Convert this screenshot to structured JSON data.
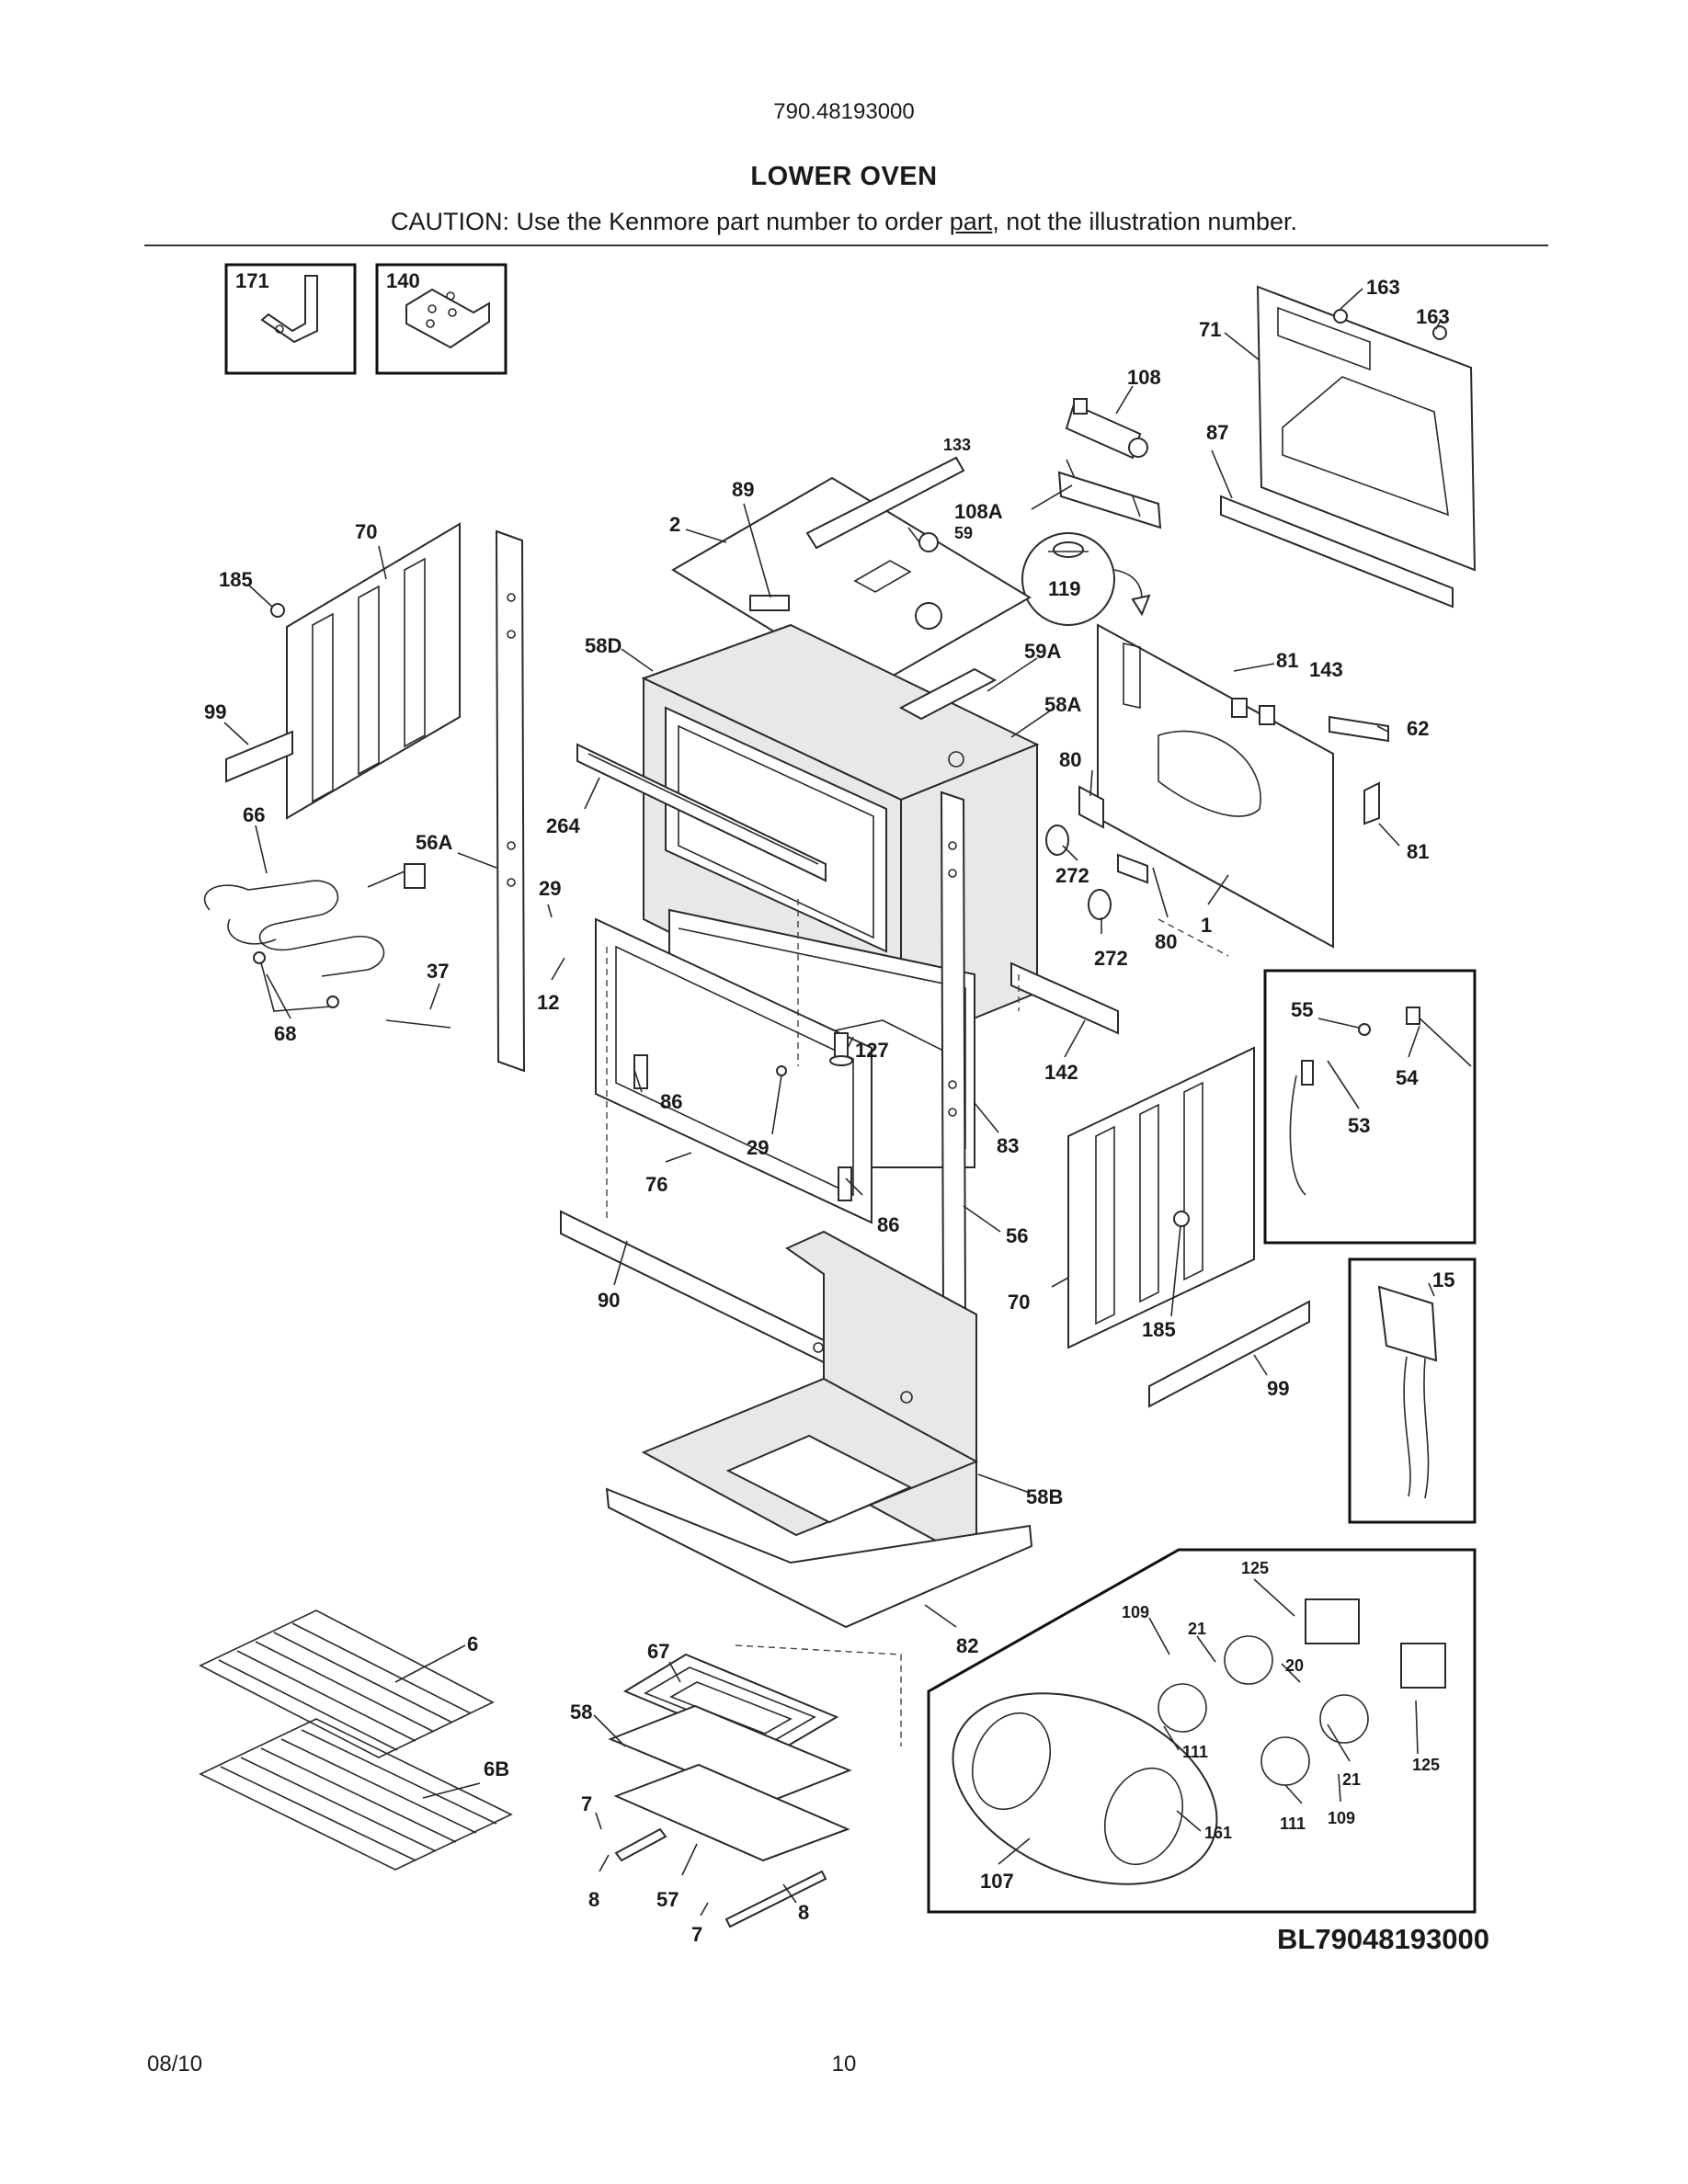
{
  "header": {
    "model_number": "790.48193000",
    "title": "LOWER OVEN",
    "caution_before": "CAUTION: Use the Kenmore part number to order ",
    "caution_link": "part",
    "caution_after": ", not the illustration number."
  },
  "labels": {
    "p171": "171",
    "p140": "140",
    "p163a": "163",
    "p163b": "163",
    "p71": "71",
    "p108": "108",
    "p133": "133",
    "p87": "87",
    "p89": "89",
    "p108A": "108A",
    "p2": "2",
    "p59": "59",
    "p70a": "70",
    "p119": "119",
    "p185a": "185",
    "p58D": "58D",
    "p59A": "59A",
    "p81a": "81",
    "p143": "143",
    "p62": "62",
    "p99a": "99",
    "p58A": "58A",
    "p80a": "80",
    "p264": "264",
    "p66": "66",
    "p56A": "56A",
    "p81b": "81",
    "p272a": "272",
    "p29a": "29",
    "p80b": "80",
    "p1": "1",
    "p272b": "272",
    "p37": "37",
    "p12": "12",
    "p68": "68",
    "p55": "55",
    "p127": "127",
    "p142": "142",
    "p54": "54",
    "p86a": "86",
    "p53": "53",
    "p29b": "29",
    "p83": "83",
    "p76": "76",
    "p86b": "86",
    "p56": "56",
    "p15": "15",
    "p90": "90",
    "p70b": "70",
    "p185b": "185",
    "p99b": "99",
    "p58B": "58B",
    "p125a": "125",
    "p109a": "109",
    "p21a": "21",
    "p20": "20",
    "p6": "6",
    "p67": "67",
    "p82": "82",
    "p58": "58",
    "p111a": "111",
    "p21b": "21",
    "p125b": "125",
    "p6B": "6B",
    "p7a": "7",
    "p111b": "111",
    "p109b": "109",
    "p161": "161",
    "p107": "107",
    "p8a": "8",
    "p57": "57",
    "p8b": "8",
    "p7b": "7"
  },
  "diagram_code": "BL79048193000",
  "footer": {
    "date": "08/10",
    "page": "10"
  }
}
